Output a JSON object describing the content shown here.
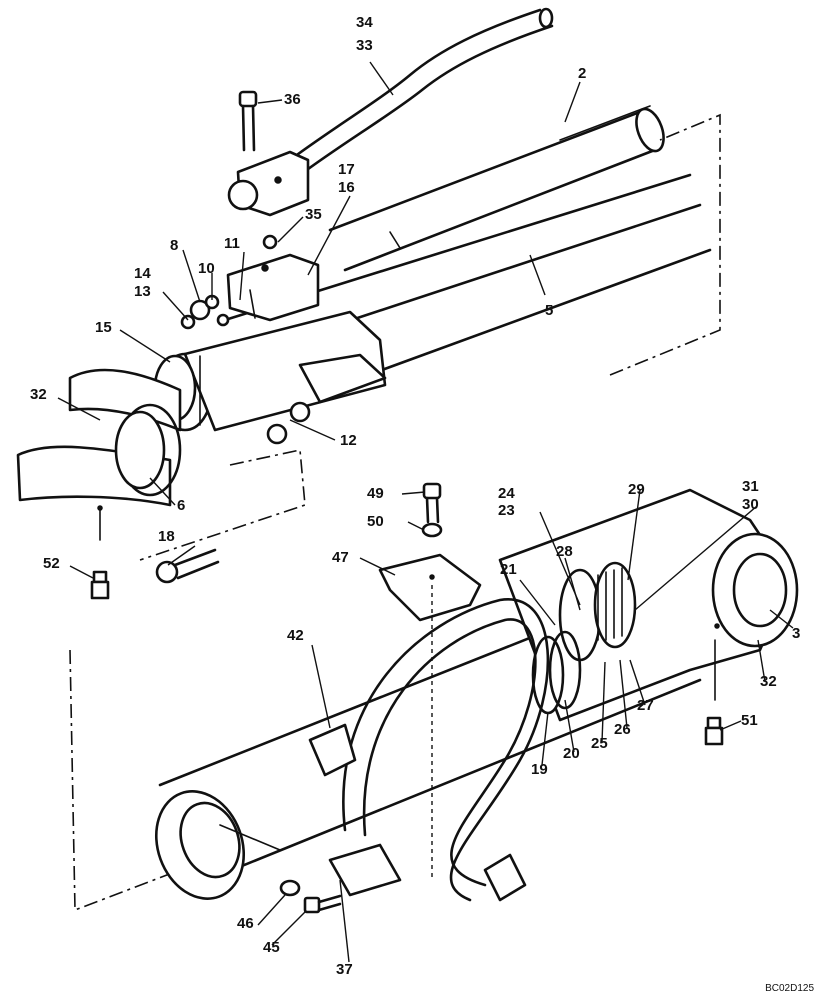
{
  "callouts": [
    {
      "id": "34",
      "text": "34"
    },
    {
      "id": "33",
      "text": "33"
    },
    {
      "id": "2",
      "text": "2"
    },
    {
      "id": "36",
      "text": "36"
    },
    {
      "id": "17",
      "text": "17"
    },
    {
      "id": "16",
      "text": "16"
    },
    {
      "id": "35",
      "text": "35"
    },
    {
      "id": "8",
      "text": "8"
    },
    {
      "id": "11",
      "text": "11"
    },
    {
      "id": "10",
      "text": "10"
    },
    {
      "id": "14",
      "text": "14"
    },
    {
      "id": "13",
      "text": "13"
    },
    {
      "id": "5",
      "text": "5"
    },
    {
      "id": "15",
      "text": "15"
    },
    {
      "id": "32a",
      "text": "32"
    },
    {
      "id": "12",
      "text": "12"
    },
    {
      "id": "6",
      "text": "6"
    },
    {
      "id": "49",
      "text": "49"
    },
    {
      "id": "24",
      "text": "24"
    },
    {
      "id": "23",
      "text": "23"
    },
    {
      "id": "29",
      "text": "29"
    },
    {
      "id": "31",
      "text": "31"
    },
    {
      "id": "30",
      "text": "30"
    },
    {
      "id": "50",
      "text": "50"
    },
    {
      "id": "18",
      "text": "18"
    },
    {
      "id": "28",
      "text": "28"
    },
    {
      "id": "47",
      "text": "47"
    },
    {
      "id": "52",
      "text": "52"
    },
    {
      "id": "21",
      "text": "21"
    },
    {
      "id": "3",
      "text": "3"
    },
    {
      "id": "42",
      "text": "42"
    },
    {
      "id": "32b",
      "text": "32"
    },
    {
      "id": "27",
      "text": "27"
    },
    {
      "id": "51",
      "text": "51"
    },
    {
      "id": "26",
      "text": "26"
    },
    {
      "id": "25",
      "text": "25"
    },
    {
      "id": "20",
      "text": "20"
    },
    {
      "id": "19",
      "text": "19"
    },
    {
      "id": "46",
      "text": "46"
    },
    {
      "id": "45",
      "text": "45"
    },
    {
      "id": "37",
      "text": "37"
    }
  ],
  "drawing_code": "BC02D125"
}
